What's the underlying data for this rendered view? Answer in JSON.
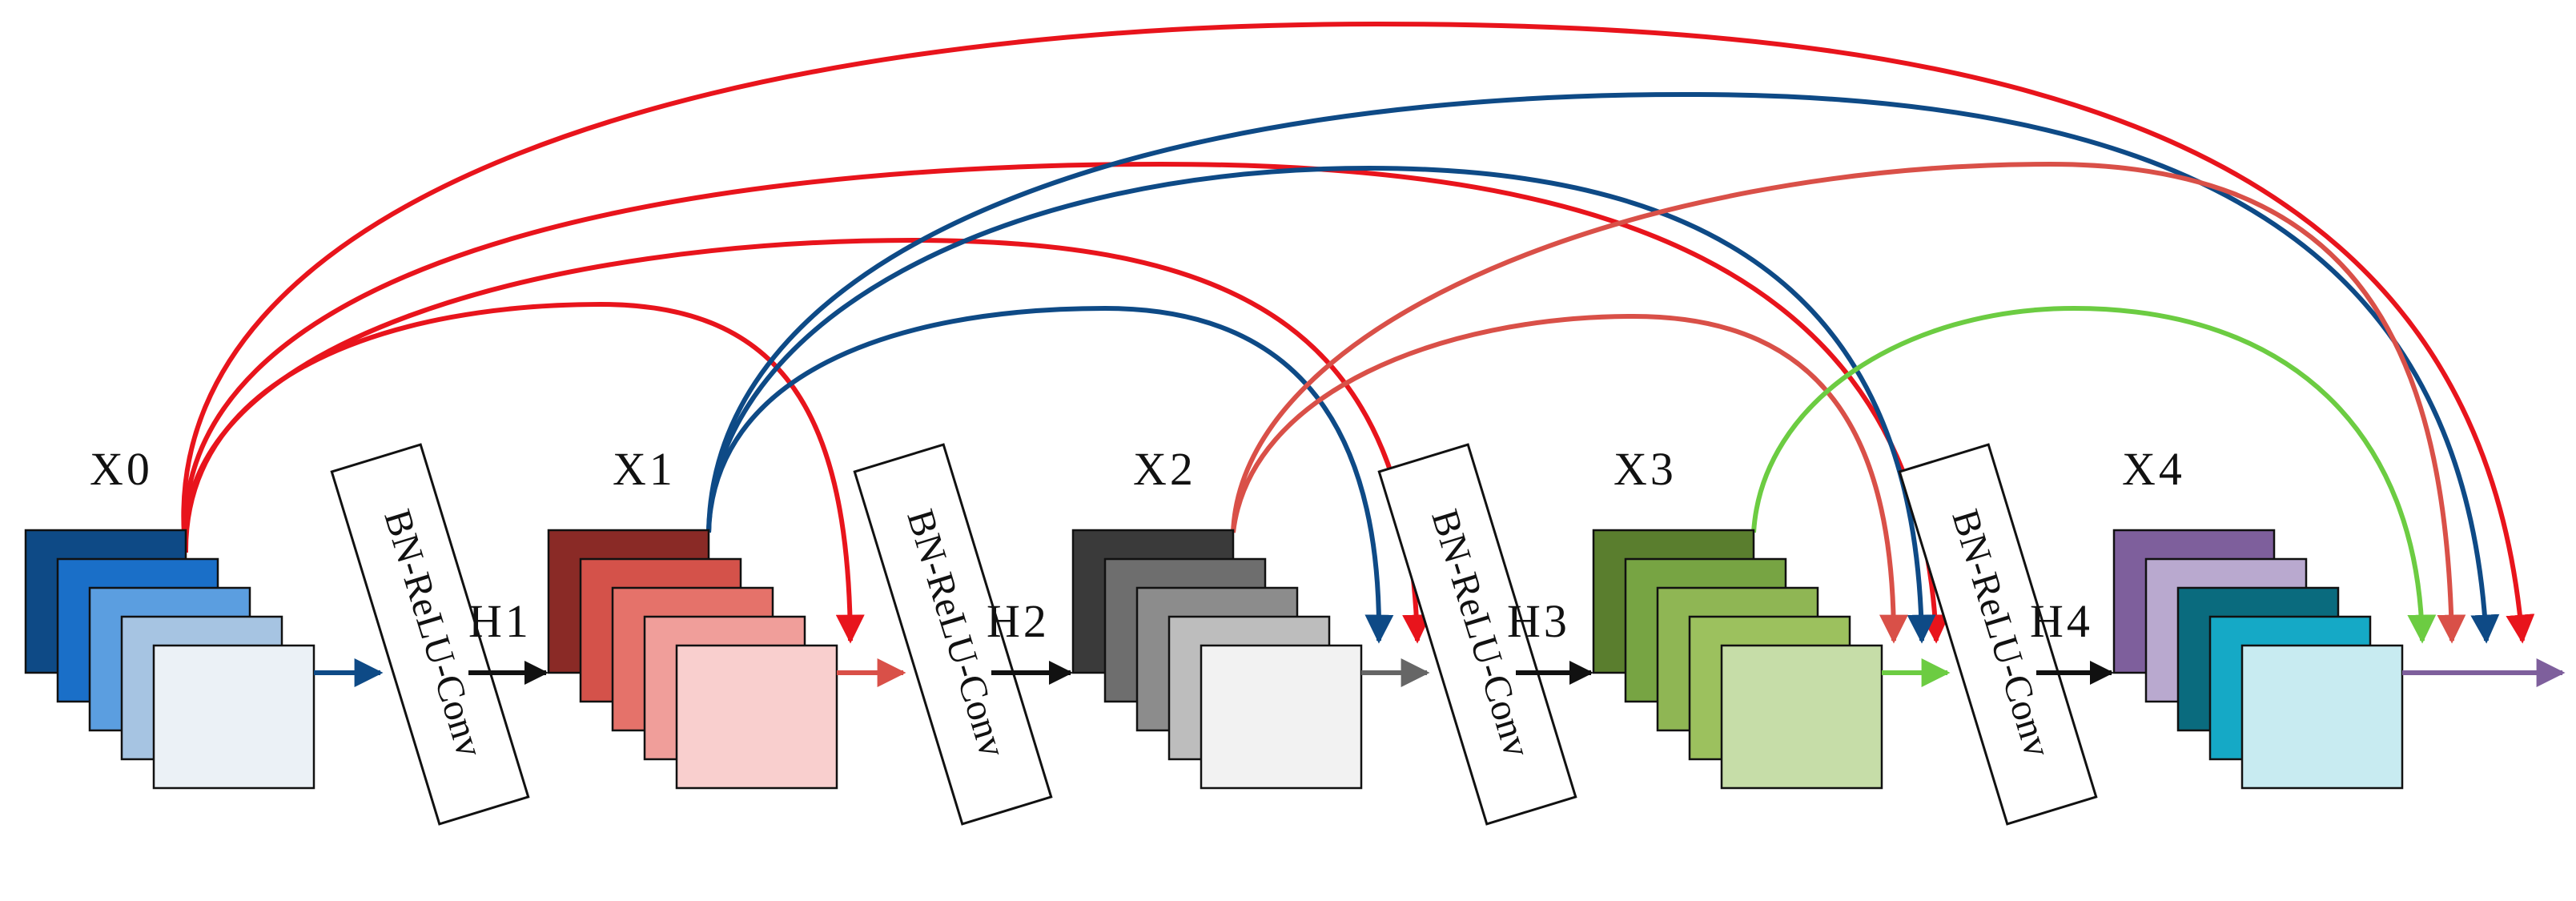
{
  "diagram": {
    "blocks": [
      {
        "id": "x0",
        "label": "X0",
        "colors": [
          "#0e4a86",
          "#1a6fc8",
          "#5b9ee0",
          "#a6c4e2",
          "#ebf1f6"
        ]
      },
      {
        "id": "x1",
        "label": "X1",
        "colors": [
          "#8a2a26",
          "#d4524a",
          "#e5726a",
          "#f09e9a",
          "#f9cfce"
        ]
      },
      {
        "id": "x2",
        "label": "X2",
        "colors": [
          "#3a3a3a",
          "#6e6e6e",
          "#8c8c8c",
          "#bdbdbd",
          "#f2f2f2"
        ]
      },
      {
        "id": "x3",
        "label": "X3",
        "colors": [
          "#5a7e2e",
          "#77a443",
          "#8fb654",
          "#9cc15e",
          "#c6dda8"
        ]
      },
      {
        "id": "x4",
        "label": "X4",
        "colors": [
          "#7e5f9c",
          "#b9a9cf",
          "#0a6b7e",
          "#15a9c6",
          "#c8ebf1"
        ]
      }
    ],
    "transitions": [
      {
        "id": "h1",
        "label": "H1",
        "box_text": "BN-ReLU-Conv"
      },
      {
        "id": "h2",
        "label": "H2",
        "box_text": "BN-ReLU-Conv"
      },
      {
        "id": "h3",
        "label": "H3",
        "box_text": "BN-ReLU-Conv"
      },
      {
        "id": "h4",
        "label": "H4",
        "box_text": "BN-ReLU-Conv"
      }
    ],
    "connection_colors": {
      "x0": "#e8141c",
      "x1": "#0e4a86",
      "x2": "#d95048",
      "x3": "#6ccc42",
      "x4": "#7e5f9c"
    }
  }
}
